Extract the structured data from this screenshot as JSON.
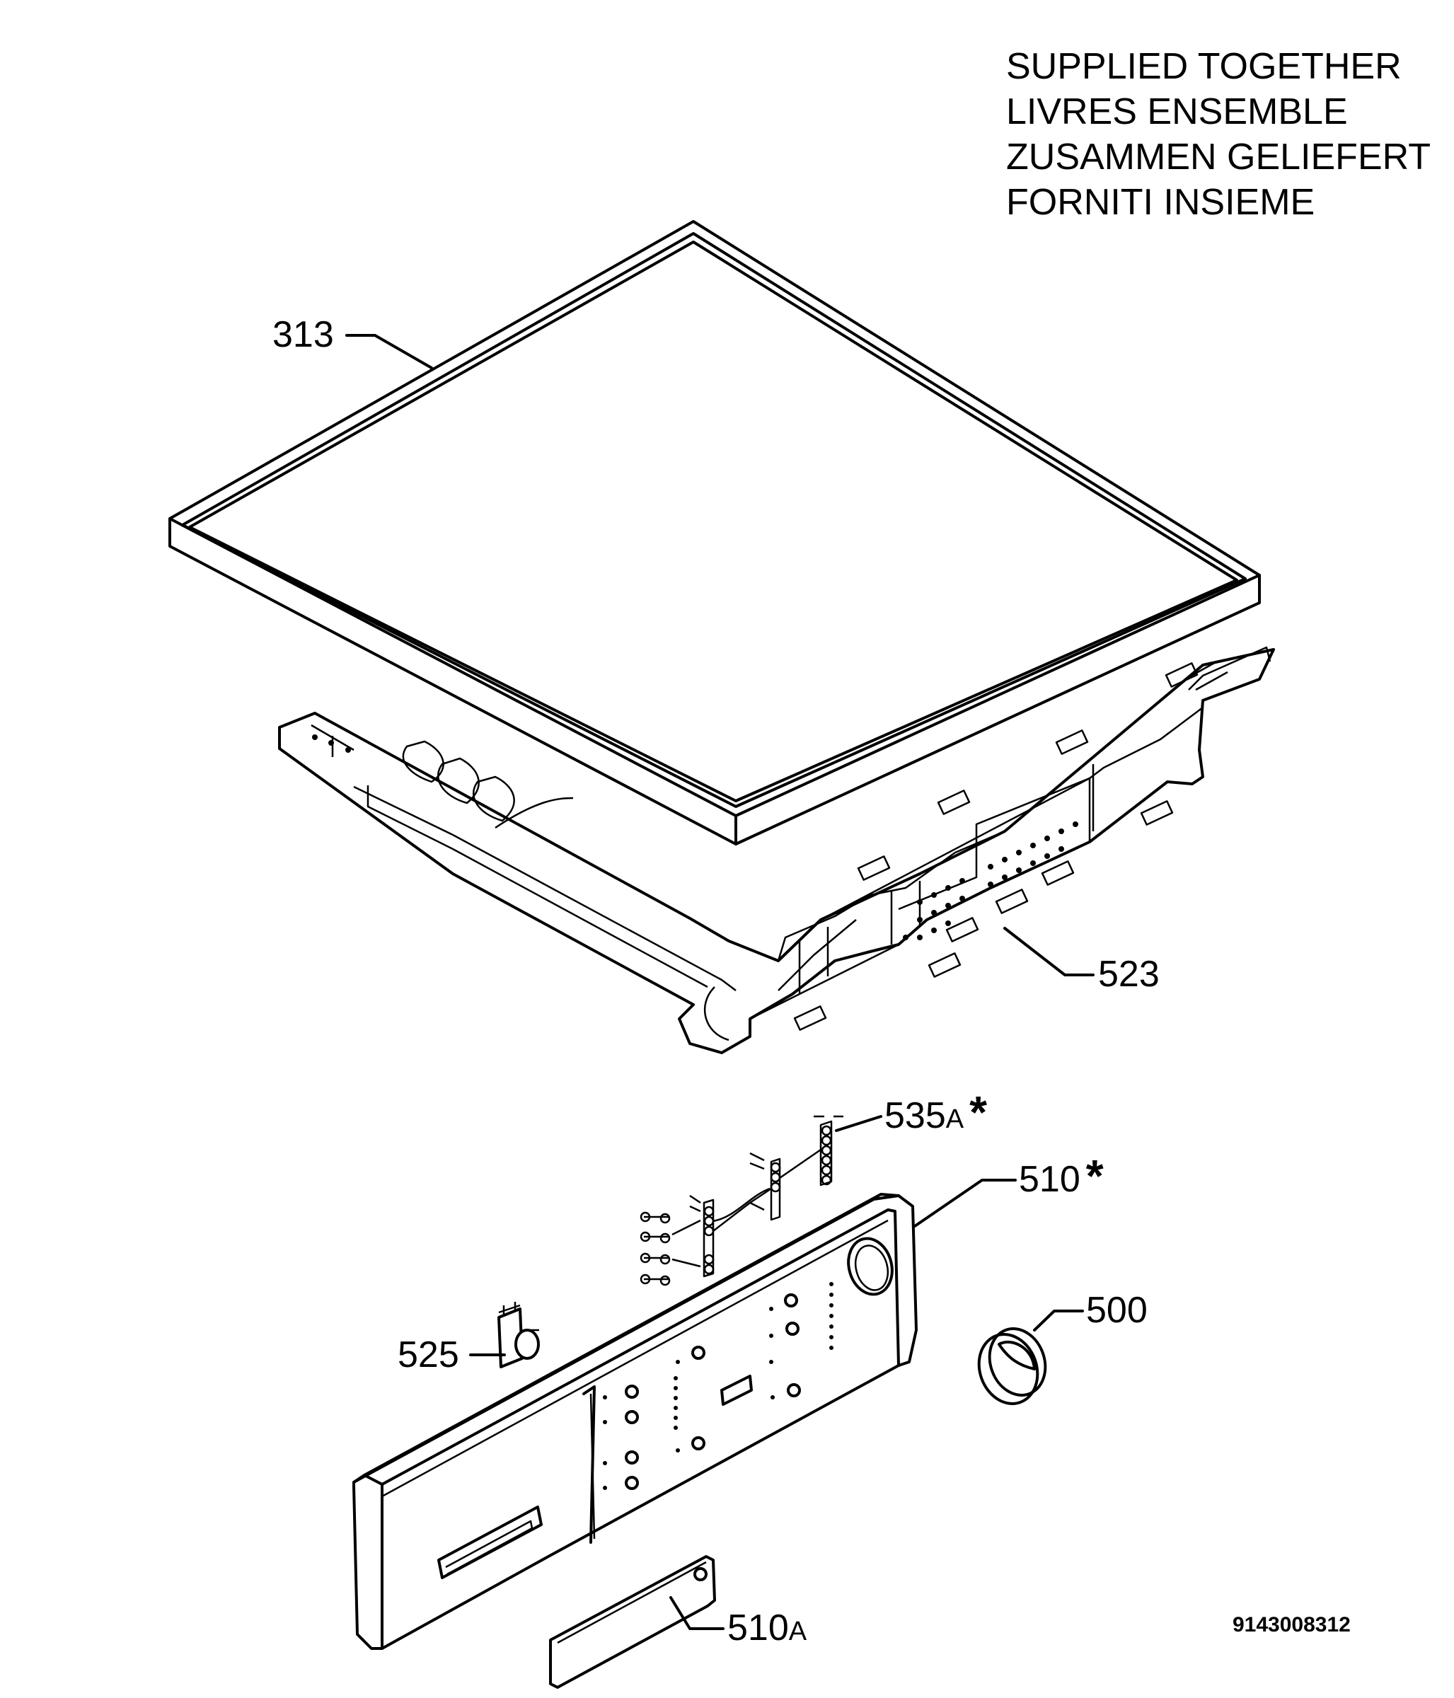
{
  "legend": {
    "lines": [
      "SUPPLIED TOGETHER",
      "LIVRES ENSEMBLE",
      "ZUSAMMEN GELIEFERT",
      "FORNITI INSIEME"
    ]
  },
  "callouts": {
    "top_cover": "313",
    "dispenser_box": "523",
    "cable_harness": "535",
    "cable_harness_suffix": "A",
    "cable_harness_mark": "*",
    "control_panel": "510",
    "control_panel_mark": "*",
    "knob": "500",
    "pushbutton": "525",
    "panel_insert": "510",
    "panel_insert_suffix": "A"
  },
  "document_number": "9143008312"
}
